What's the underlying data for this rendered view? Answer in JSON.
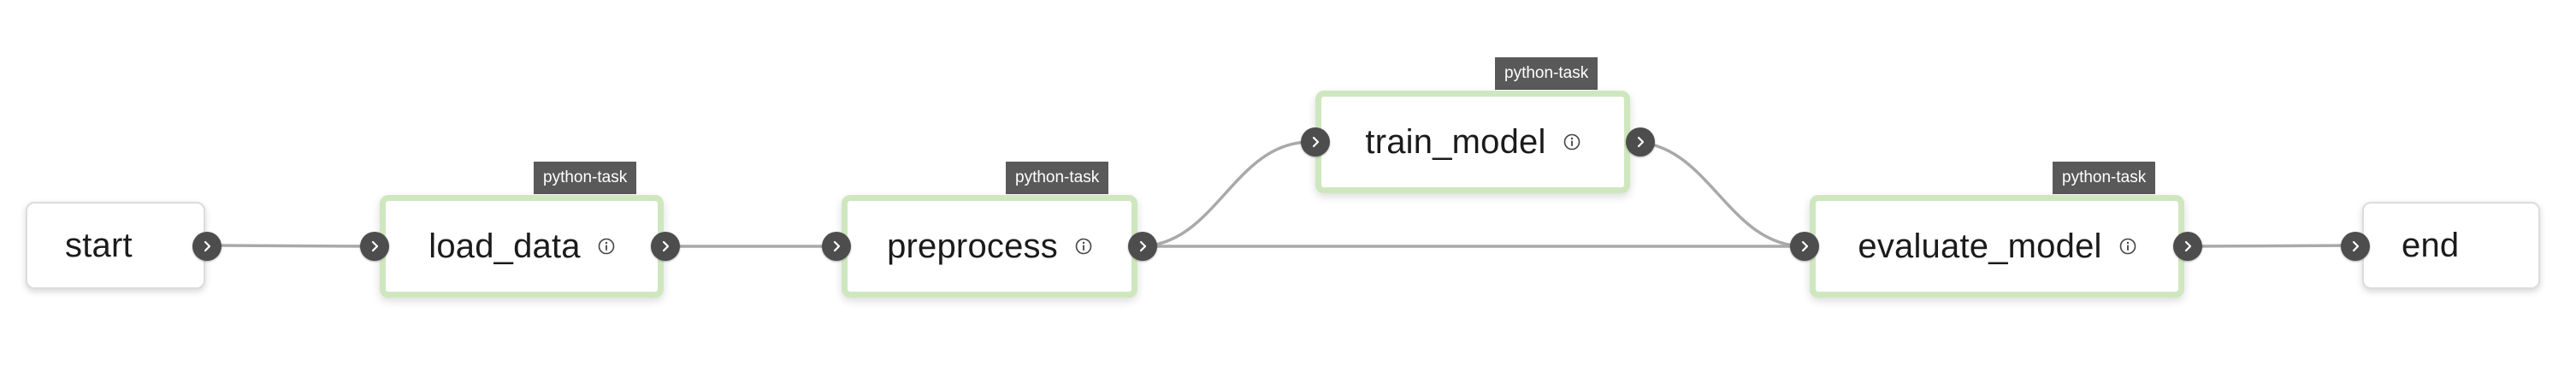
{
  "colors": {
    "task_border": "#cfe7bf",
    "edge": "#a9a9a9",
    "port": "#4d4d4d",
    "tag_background": "#595959"
  },
  "nodes": [
    {
      "id": "start",
      "label": "start",
      "kind": "plain",
      "tag": ""
    },
    {
      "id": "load_data",
      "label": "load_data",
      "kind": "task",
      "tag": "python-task",
      "icon": "info-icon"
    },
    {
      "id": "preprocess",
      "label": "preprocess",
      "kind": "task",
      "tag": "python-task",
      "icon": "info-icon"
    },
    {
      "id": "train_model",
      "label": "train_model",
      "kind": "task",
      "tag": "python-task",
      "icon": "info-icon"
    },
    {
      "id": "evaluate_model",
      "label": "evaluate_model",
      "kind": "task",
      "tag": "python-task",
      "icon": "info-icon"
    },
    {
      "id": "end",
      "label": "end",
      "kind": "plain",
      "tag": ""
    }
  ],
  "edges": [
    {
      "from": "start",
      "to": "load_data"
    },
    {
      "from": "load_data",
      "to": "preprocess"
    },
    {
      "from": "preprocess",
      "to": "train_model"
    },
    {
      "from": "preprocess",
      "to": "evaluate_model"
    },
    {
      "from": "train_model",
      "to": "evaluate_model"
    },
    {
      "from": "evaluate_model",
      "to": "end"
    }
  ],
  "port_icon": "chevron-right-icon"
}
